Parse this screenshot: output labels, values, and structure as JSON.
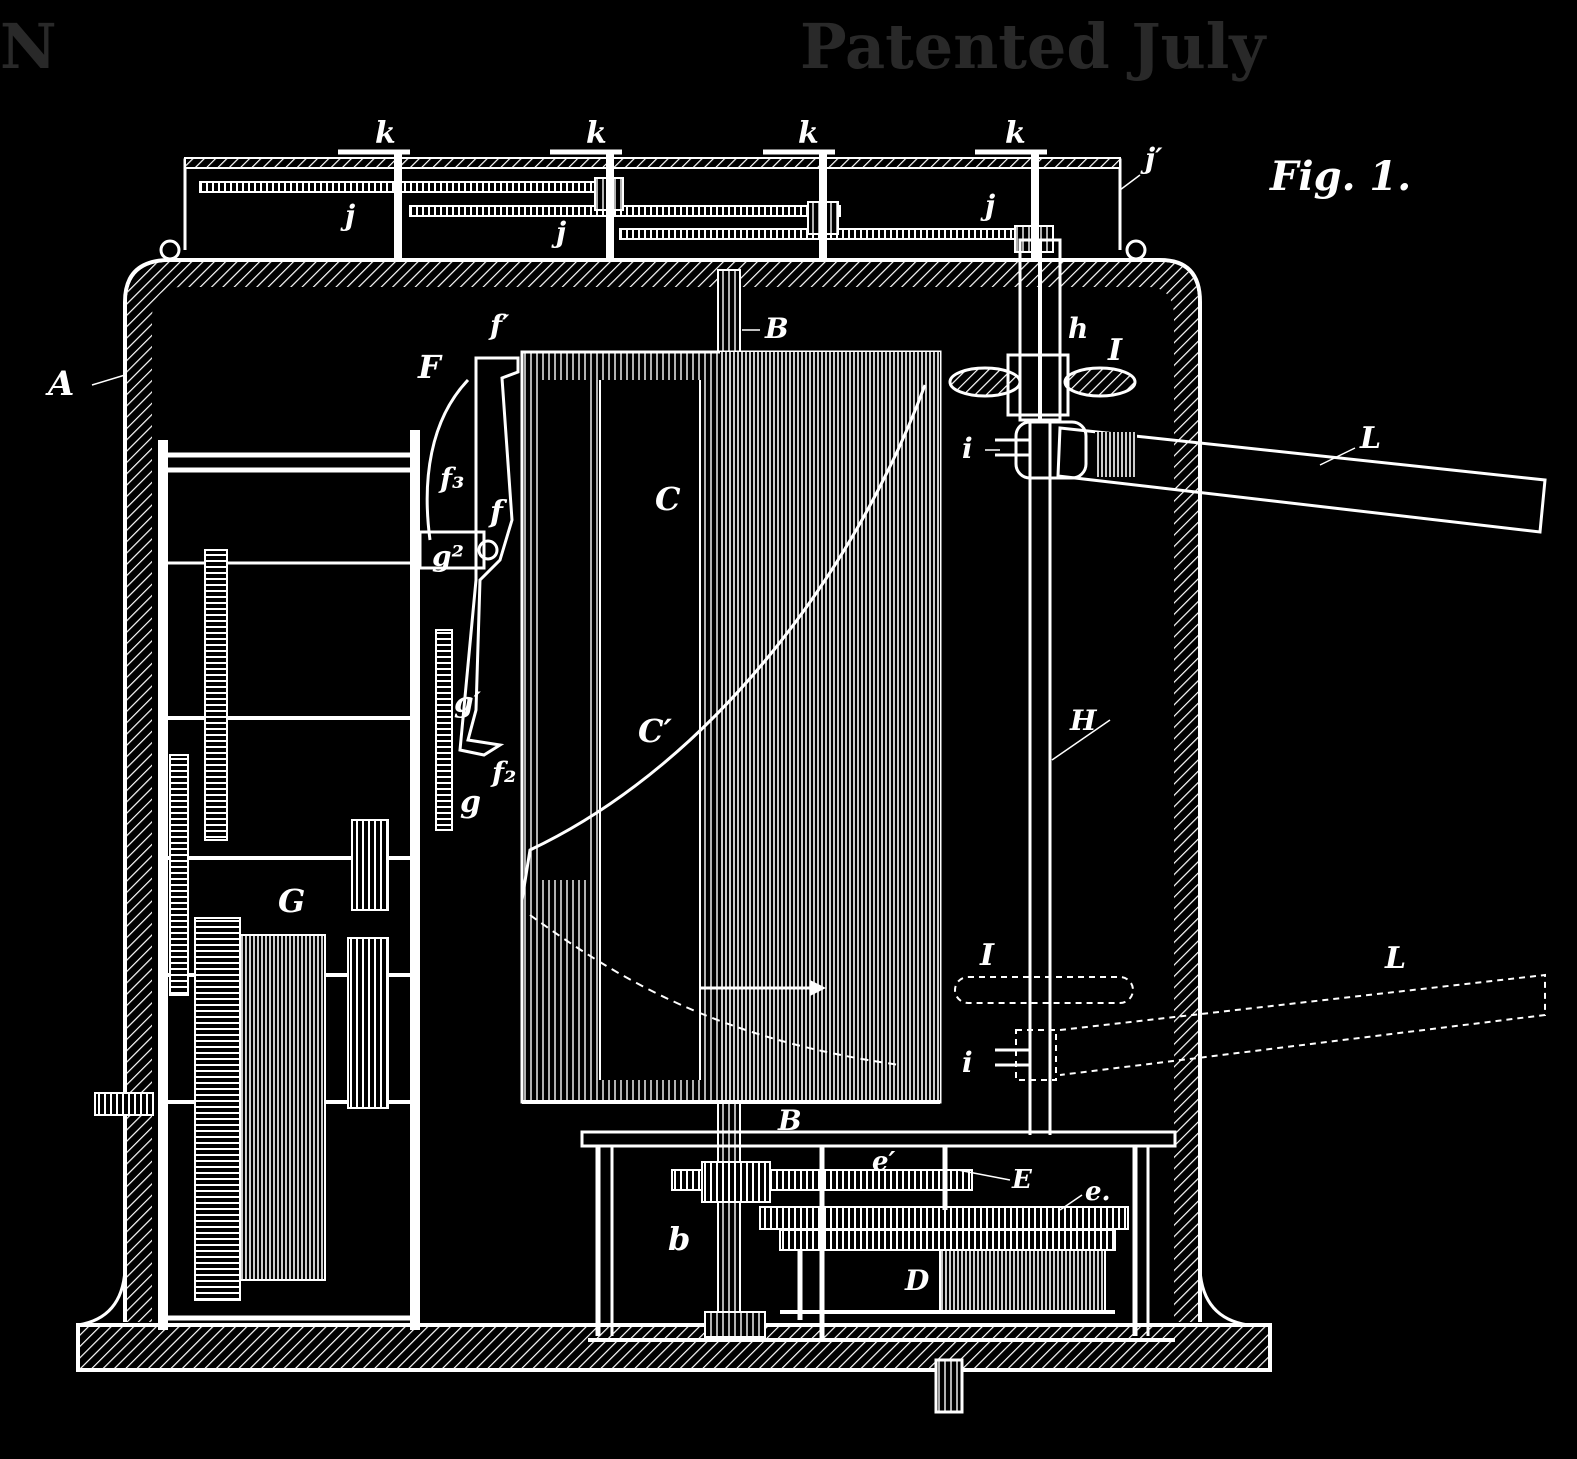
{
  "header": {
    "left_fragment": "N",
    "right_fragment": "Patented July"
  },
  "figure_title": "Fig. 1.",
  "labels": {
    "A": "A",
    "B_top": "B",
    "B_bottom": "B",
    "C": "C",
    "C_prime": "C′",
    "D": "D",
    "E": "E",
    "e": "e.",
    "e_prime": "e′",
    "b": "b",
    "F": "F",
    "f": "f",
    "f_prime": "f′",
    "f2": "f₂",
    "f3": "f₃",
    "G": "G",
    "g": "g",
    "g1": "g′",
    "g2": "g²",
    "H": "H",
    "h": "h",
    "I_top": "I",
    "I_bottom": "I",
    "i_top": "i",
    "i_bottom": "i",
    "j1": "j",
    "j2": "j",
    "j3": "j",
    "j_prime": "j′",
    "k1": "k",
    "k2": "k",
    "k3": "k",
    "k4": "k",
    "L_top": "L",
    "L_bottom": "L"
  },
  "colors": {
    "background": "#000000",
    "line": "#ffffff"
  }
}
